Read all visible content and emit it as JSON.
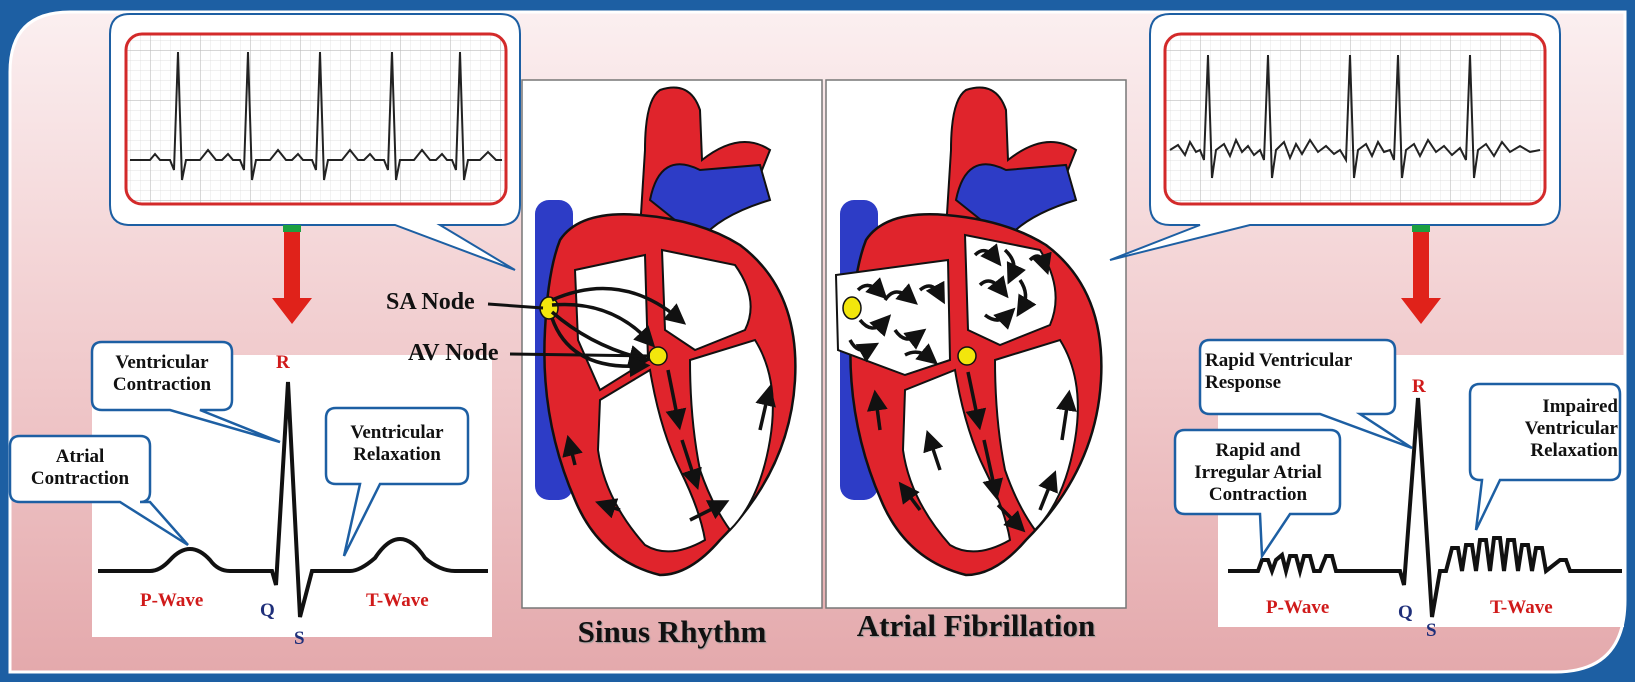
{
  "sinus_rhythm": {
    "caption": "Sinus Rhythm",
    "sa_node_label": "SA Node",
    "av_node_label": "AV Node",
    "wave": {
      "callout_atrial": "Atrial Contraction",
      "callout_ventricular_contraction": "Ventricular Contraction",
      "callout_ventricular_relaxation": "Ventricular Relaxation",
      "p_wave": "P-Wave",
      "t_wave": "T-Wave",
      "q": "Q",
      "r": "R",
      "s": "S"
    }
  },
  "atrial_fibrillation": {
    "caption": "Atrial Fibrillation",
    "wave": {
      "callout_rapid_ventricular": "Rapid Ventricular Response",
      "callout_irregular_atrial": "Rapid and Irregular Atrial Contraction",
      "callout_impaired": "Impaired Ventricular Relaxation",
      "p_wave": "P-Wave",
      "t_wave": "T-Wave",
      "q": "Q",
      "r": "R",
      "s": "S"
    }
  },
  "colors": {
    "frame_blue": "#1d5fa3",
    "heart_red": "#e0242c",
    "vein_blue": "#2d3cc6",
    "node_yellow": "#f2e60c",
    "arrow_red": "#e0221a",
    "arrow_green": "#1ca040"
  }
}
